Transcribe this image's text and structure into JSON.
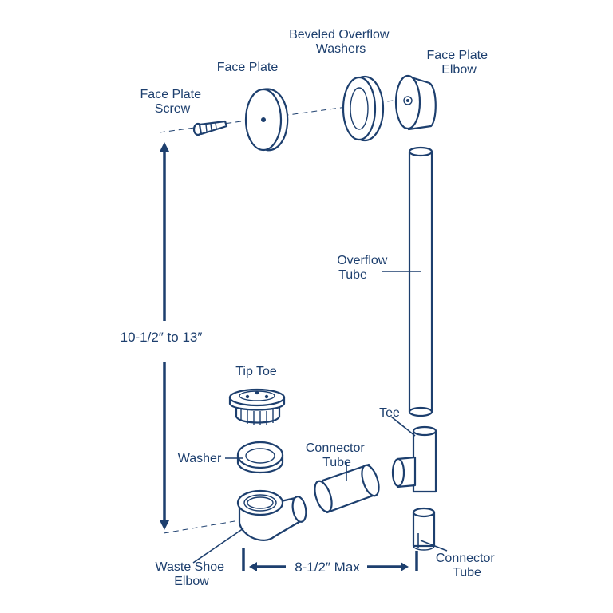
{
  "colors": {
    "ink": "#1d3f6e",
    "background": "#ffffff"
  },
  "labels": {
    "face_plate_screw": [
      "Face Plate",
      "Screw"
    ],
    "face_plate": "Face Plate",
    "beveled_overflow_washers": [
      "Beveled Overflow",
      "Washers"
    ],
    "face_plate_elbow": [
      "Face Plate",
      "Elbow"
    ],
    "overflow_tube": [
      "Overflow",
      "Tube"
    ],
    "tip_toe": "Tip Toe",
    "washer": "Washer",
    "connector_tube_middle": [
      "Connector",
      "Tube"
    ],
    "tee": "Tee",
    "connector_tube_bottom": [
      "Connector",
      "Tube"
    ],
    "waste_shoe_elbow": [
      "Waste Shoe",
      "Elbow"
    ]
  },
  "dimensions": {
    "vertical": "10-1/2″  to 13″",
    "horizontal": "8-1/2″ Max"
  }
}
